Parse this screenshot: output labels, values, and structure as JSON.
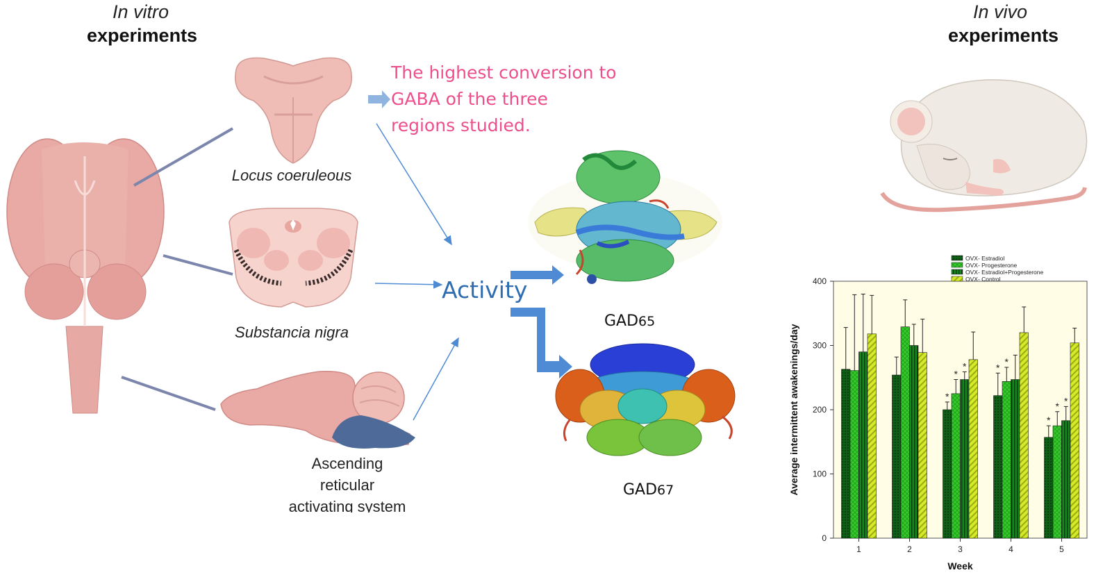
{
  "headers": {
    "in_vitro_italic": "In vitro",
    "in_vitro_bold": "experiments",
    "in_vivo_italic": "In vivo",
    "in_vivo_bold": "experiments"
  },
  "regions": {
    "locus": "Locus coeruleous",
    "substancia": "Substancia nigra",
    "aras_line1": "Ascending",
    "aras_line2": "reticular",
    "aras_line3": "activating system"
  },
  "note_lines": [
    "The highest conversion to",
    "GABA of the three",
    "regions studied."
  ],
  "activity_label": "Activity",
  "enzymes": {
    "gad65_prefix": "GAD",
    "gad65_suffix": "65",
    "gad67_prefix": "GAD",
    "gad67_suffix": "67"
  },
  "colors": {
    "note": "#ec4f8c",
    "activity": "#2f6db0",
    "tissue": "#e8b4ae",
    "connector": "#7c86ad",
    "plot_bg": "#fffde6"
  },
  "chart_data": {
    "type": "bar",
    "categories": [
      "1",
      "2",
      "3",
      "4",
      "5"
    ],
    "xlabel": "Week",
    "ylabel": "Average intermittent awakenings/day",
    "ylim": [
      0,
      400
    ],
    "yticks": [
      0,
      100,
      200,
      300,
      400
    ],
    "legend_position": "top",
    "series": [
      {
        "name": "OVX- Estradiol",
        "color": "#0f5f16",
        "pattern": "dark",
        "values": [
          263,
          254,
          200,
          222,
          157
        ],
        "errors": [
          65,
          28,
          12,
          35,
          18
        ],
        "significant": [
          false,
          false,
          true,
          true,
          true
        ]
      },
      {
        "name": "OVX- Progesterone",
        "color": "#36c92c",
        "pattern": "diamond",
        "values": [
          261,
          329,
          225,
          244,
          175
        ],
        "errors": [
          118,
          42,
          22,
          22,
          22
        ],
        "significant": [
          false,
          false,
          true,
          true,
          true
        ]
      },
      {
        "name": "OVX- Estradiol+Progesterone",
        "color": "#128a1a",
        "pattern": "vertical",
        "values": [
          290,
          300,
          247,
          247,
          183
        ],
        "errors": [
          90,
          33,
          12,
          38,
          22
        ],
        "significant": [
          false,
          false,
          true,
          false,
          true
        ]
      },
      {
        "name": "OVX- Control",
        "color": "#d4ea2a",
        "pattern": "diagonal",
        "values": [
          318,
          289,
          278,
          320,
          304
        ],
        "errors": [
          60,
          52,
          43,
          40,
          23
        ],
        "significant": [
          false,
          false,
          false,
          false,
          false
        ]
      }
    ]
  }
}
